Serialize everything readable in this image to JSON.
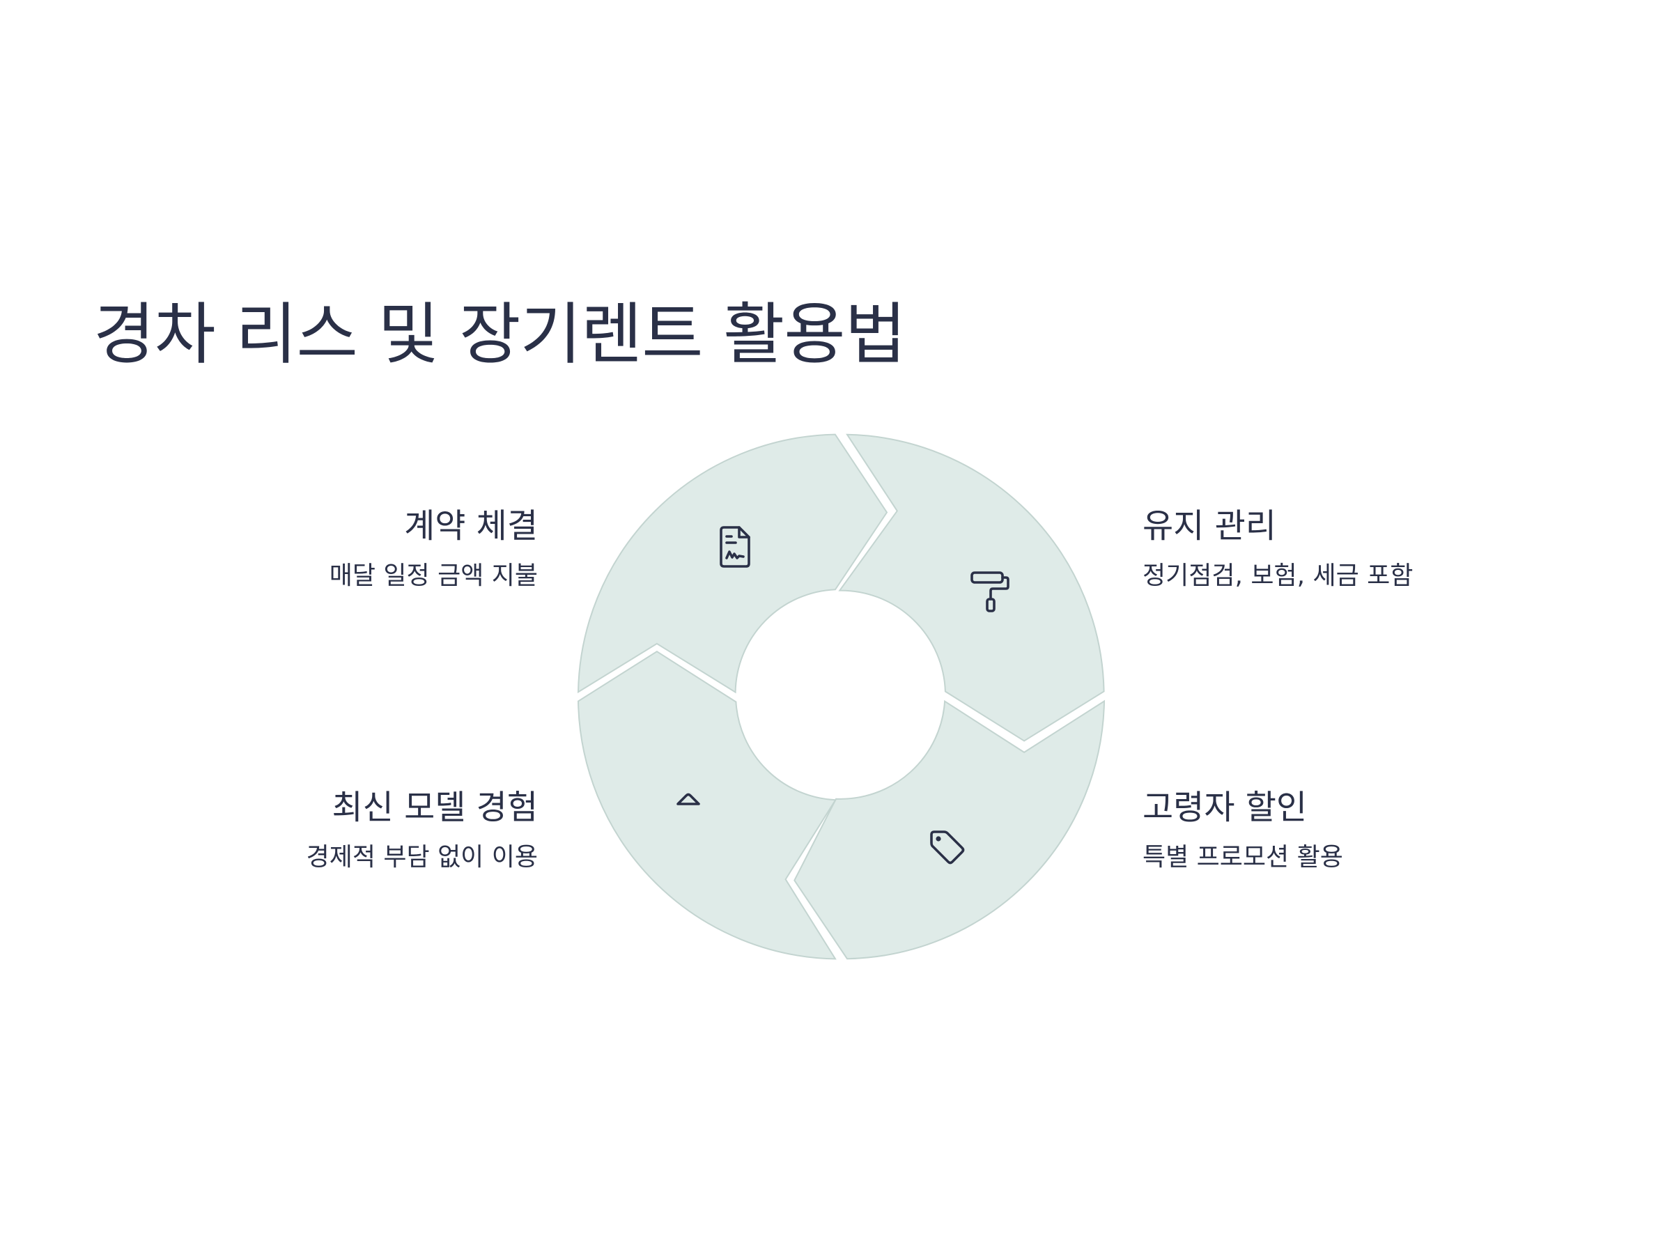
{
  "title": "경차 리스 및 장기렌트 활용법",
  "colors": {
    "segment_fill": "#dfebe8",
    "segment_stroke": "#c3d4d0",
    "text": "#2a3047",
    "background": "#ffffff"
  },
  "steps": [
    {
      "title": "계약 체결",
      "description": "매달 일정 금액 지불",
      "icon": "signed-document-icon"
    },
    {
      "title": "유지 관리",
      "description": "정기점검, 보험, 세금 포함",
      "icon": "paint-roller-icon"
    },
    {
      "title": "고령자 할인",
      "description": "특별 프로모션 활용",
      "icon": "price-tag-icon"
    },
    {
      "title": "최신 모델 경험",
      "description": "경제적 부담 없이 이용",
      "icon": "chevron-up-icon"
    }
  ]
}
